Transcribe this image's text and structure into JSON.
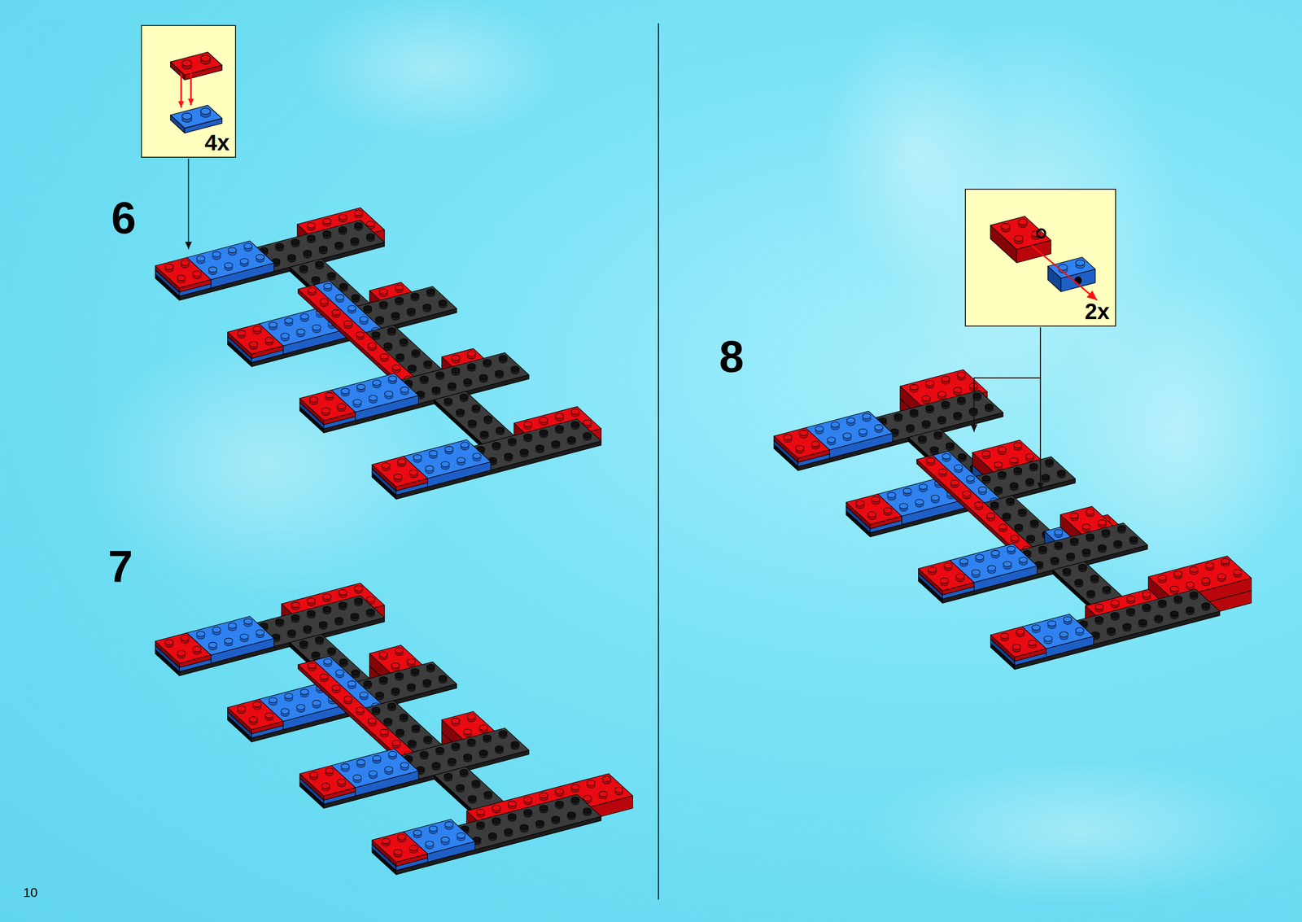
{
  "diagram": {
    "nodes": [
      {
        "text": [
          "4x"
        ]
      },
      {
        "text": [
          "2x"
        ]
      }
    ],
    "labels": [
      "6",
      "7",
      "8",
      "10"
    ]
  }
}
